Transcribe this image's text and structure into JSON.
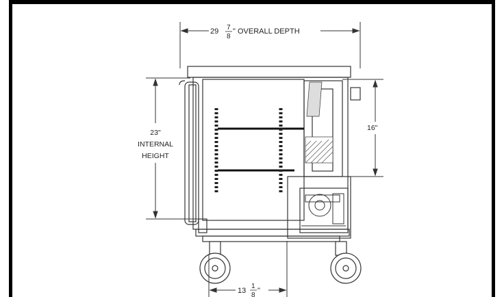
{
  "diagram": {
    "overall_depth": {
      "whole": "29",
      "num": "7",
      "den": "8",
      "suffix": "\" OVERALL DEPTH"
    },
    "internal_height": {
      "value": "23\"",
      "line1": "INTERNAL",
      "line2": "HEIGHT"
    },
    "side_height": "16\"",
    "base_depth": {
      "whole": "13",
      "num": "1",
      "den": "8",
      "suffix": "\""
    }
  },
  "colors": {
    "frame": "#000000",
    "tab": "#1f4e92",
    "line": "#333333"
  }
}
